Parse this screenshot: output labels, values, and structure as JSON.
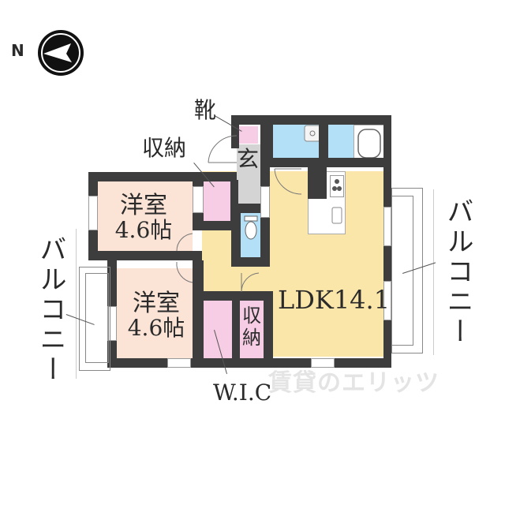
{
  "compass": {
    "letter": "N",
    "icon": "north-arrow-icon",
    "direction": "left"
  },
  "rooms": {
    "shoe_storage": {
      "label": "靴"
    },
    "storage_top": {
      "label": "収納"
    },
    "entrance": {
      "label": "玄"
    },
    "bedroom_1": {
      "name": "洋室",
      "size": "4.6帖"
    },
    "bedroom_2": {
      "name": "洋室",
      "size": "4.6帖"
    },
    "ldk": {
      "label": "LDK14.1"
    },
    "storage_bottom": {
      "label1": "収",
      "label2": "納"
    },
    "wic": {
      "label": "W.I.C"
    },
    "bathroom": {
      "label": ""
    },
    "washroom": {
      "label": ""
    },
    "toilet": {
      "label": ""
    }
  },
  "balconies": {
    "left": {
      "label": "バルコニー"
    },
    "right": {
      "label": "バルコニー"
    }
  },
  "watermark": {
    "text": "賃貸のエリッツ"
  },
  "colors": {
    "wall": "#3d3d3d",
    "ldk": "#fbe6a9",
    "bedroom": "#fbe3d6",
    "storage": "#f6cde4",
    "wet_area": "#b3e0f6",
    "entrance": "#d4d4d4",
    "balcony_line": "#888888"
  }
}
